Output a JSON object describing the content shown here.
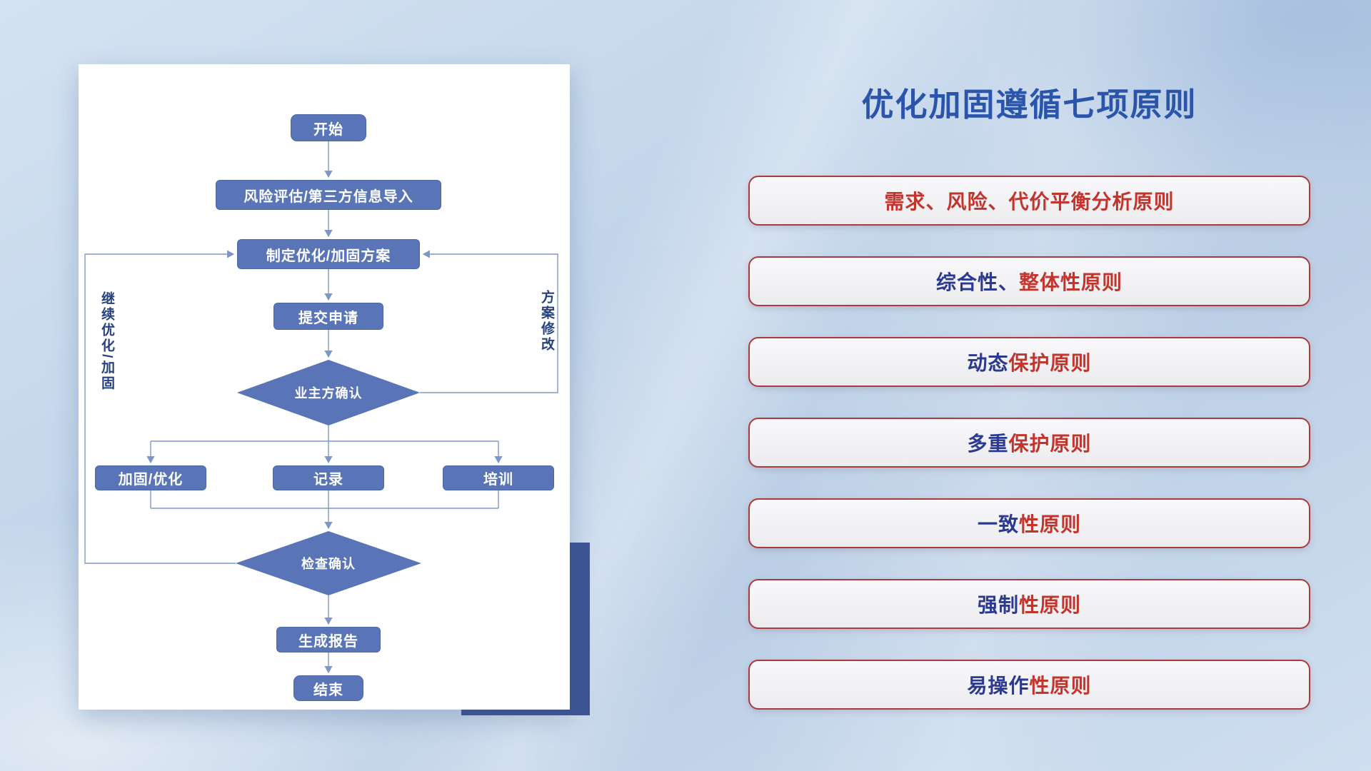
{
  "flowchart": {
    "start": "开始",
    "risk": "风险评估/第三方信息导入",
    "plan": "制定优化/加固方案",
    "submit": "提交申请",
    "owner_confirm": "业主方确认",
    "harden": "加固/优化",
    "record": "记录",
    "training": "培训",
    "check_confirm": "检查确认",
    "report": "生成报告",
    "end": "结束",
    "loop_left": "继续优化/加固",
    "loop_right": "方案修改"
  },
  "panel": {
    "title": "优化加固遵循七项原则",
    "principles": [
      {
        "segments": [
          {
            "text": "需求、风险、代价平衡分析原则",
            "color": "red"
          }
        ]
      },
      {
        "segments": [
          {
            "text": "综合性、",
            "color": "blue"
          },
          {
            "text": "整体性原则",
            "color": "red"
          }
        ]
      },
      {
        "segments": [
          {
            "text": "动态",
            "color": "blue"
          },
          {
            "text": "保护原则",
            "color": "red"
          }
        ]
      },
      {
        "segments": [
          {
            "text": "多重",
            "color": "blue"
          },
          {
            "text": "保护原则",
            "color": "red"
          }
        ]
      },
      {
        "segments": [
          {
            "text": "一致",
            "color": "blue"
          },
          {
            "text": "性原则",
            "color": "red"
          }
        ]
      },
      {
        "segments": [
          {
            "text": "强制",
            "color": "blue"
          },
          {
            "text": "性原则",
            "color": "red"
          }
        ]
      },
      {
        "segments": [
          {
            "text": "易操作",
            "color": "blue"
          },
          {
            "text": "性原则",
            "color": "red"
          }
        ]
      }
    ]
  },
  "colors": {
    "node_fill": "#5975b8",
    "node_border": "#4a66a6",
    "connector": "#7e97cb",
    "loop_label": "#27417f",
    "title": "#2b55ab",
    "principle_red": "#c2352d",
    "principle_blue": "#2b3990",
    "principle_border": "#a83a40",
    "backdrop": "#3e5494"
  }
}
